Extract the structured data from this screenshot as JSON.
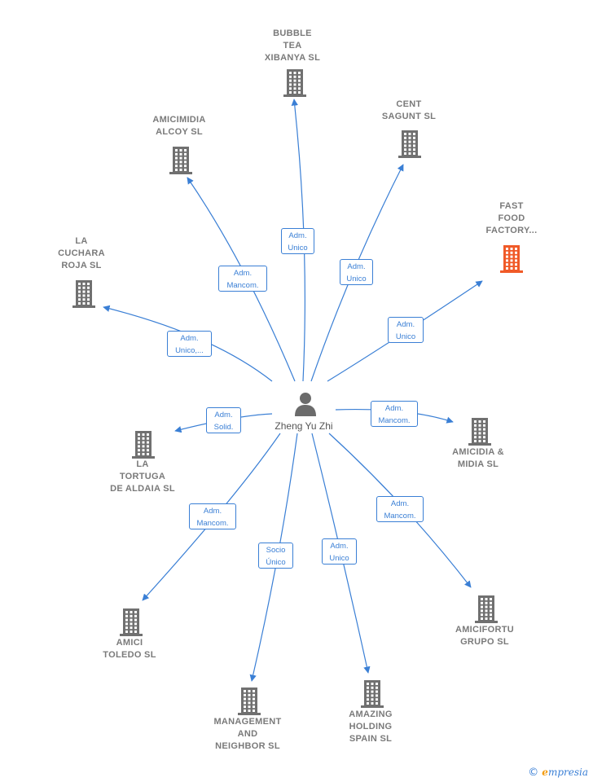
{
  "person": {
    "name": "Zheng Yu Zhi",
    "icon": "person-icon"
  },
  "companies": [
    {
      "id": "bubble",
      "label": "BUBBLE\nTEA\nXIBANYA SL",
      "role": "Adm.\nUnico",
      "highlight": false
    },
    {
      "id": "cent",
      "label": "CENT\nSAGUNT SL",
      "role": "Adm.\nUnico",
      "highlight": false
    },
    {
      "id": "fastfood",
      "label": "FAST\nFOOD\nFACTORY...",
      "role": "Adm.\nUnico",
      "highlight": true
    },
    {
      "id": "amicimidia",
      "label": "AMICIMIDIA\nALCOY  SL",
      "role": "Adm.\nMancom.",
      "highlight": false
    },
    {
      "id": "lacuchara",
      "label": "LA\nCUCHARA\nROJA  SL",
      "role": "Adm.\nUnico,...",
      "highlight": false
    },
    {
      "id": "latortuga",
      "label": "LA\nTORTUGA\nDE ALDAIA  SL",
      "role": "Adm.\nSolid.",
      "highlight": false
    },
    {
      "id": "amicidia",
      "label": "AMICIDIA &\nMIDIA  SL",
      "role": "Adm.\nMancom.",
      "highlight": false
    },
    {
      "id": "amicitoledo",
      "label": "AMICI\nTOLEDO  SL",
      "role": "Adm.\nMancom.",
      "highlight": false
    },
    {
      "id": "management",
      "label": "MANAGEMENT\nAND\nNEIGHBOR  SL",
      "role": "Socio\nÚnico",
      "highlight": false
    },
    {
      "id": "amazing",
      "label": "AMAZING\nHOLDING\nSPAIN  SL",
      "role": "Adm.\nUnico",
      "highlight": false
    },
    {
      "id": "amicifortu",
      "label": "AMICIFORTU\nGRUPO  SL",
      "role": "Adm.\nMancom.",
      "highlight": false
    }
  ],
  "colors": {
    "edge": "#3a7fd5",
    "building": "#707070",
    "highlight": "#f05a28",
    "person": "#6b6b6b"
  },
  "icons": {
    "company": "building-icon"
  },
  "footer": {
    "copyright_symbol": "©",
    "brand_initial": "e",
    "brand_rest": "mpresia"
  }
}
